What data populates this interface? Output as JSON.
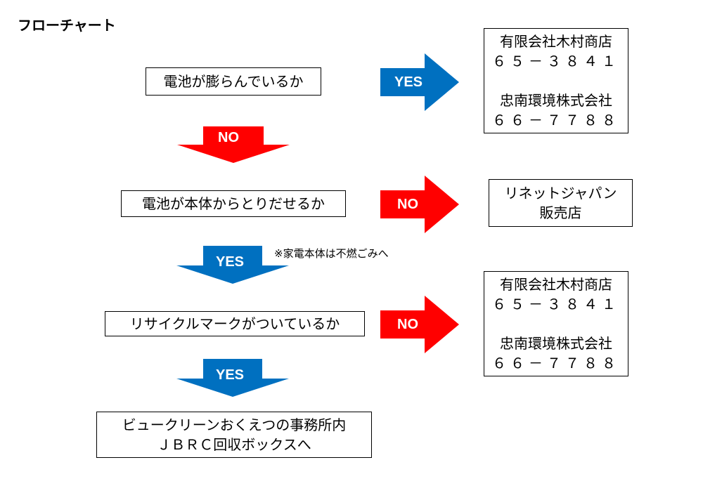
{
  "title": "フローチャート",
  "colors": {
    "red": "#ff0000",
    "blue": "#0070c0",
    "arrow_text": "#ffffff"
  },
  "questions": {
    "q1": "電池が膨らんでいるか",
    "q2": "電池が本体からとりだせるか",
    "q3": "リサイクルマークがついているか"
  },
  "arrows": {
    "q1_yes": "YES",
    "q1_no": "NO",
    "q2_no": "NO",
    "q2_yes": "YES",
    "q3_no": "NO",
    "q3_yes": "YES"
  },
  "note": "※家電本体は不燃ごみへ",
  "results": {
    "dealers_1": {
      "name1": "有限会社木村商店",
      "tel1": "６５－３８４１",
      "name2": "忠南環境株式会社",
      "tel2": "６６－７７８８"
    },
    "rinet": {
      "line1": "リネットジャパン",
      "line2": "販売店"
    },
    "dealers_2": {
      "name1": "有限会社木村商店",
      "tel1": "６５－３８４１",
      "name2": "忠南環境株式会社",
      "tel2": "６６－７７８８"
    },
    "jbrc": {
      "line1": "ビュークリーンおくえつの事務所内",
      "line2": "ＪＢＲＣ回収ボックスへ"
    }
  }
}
